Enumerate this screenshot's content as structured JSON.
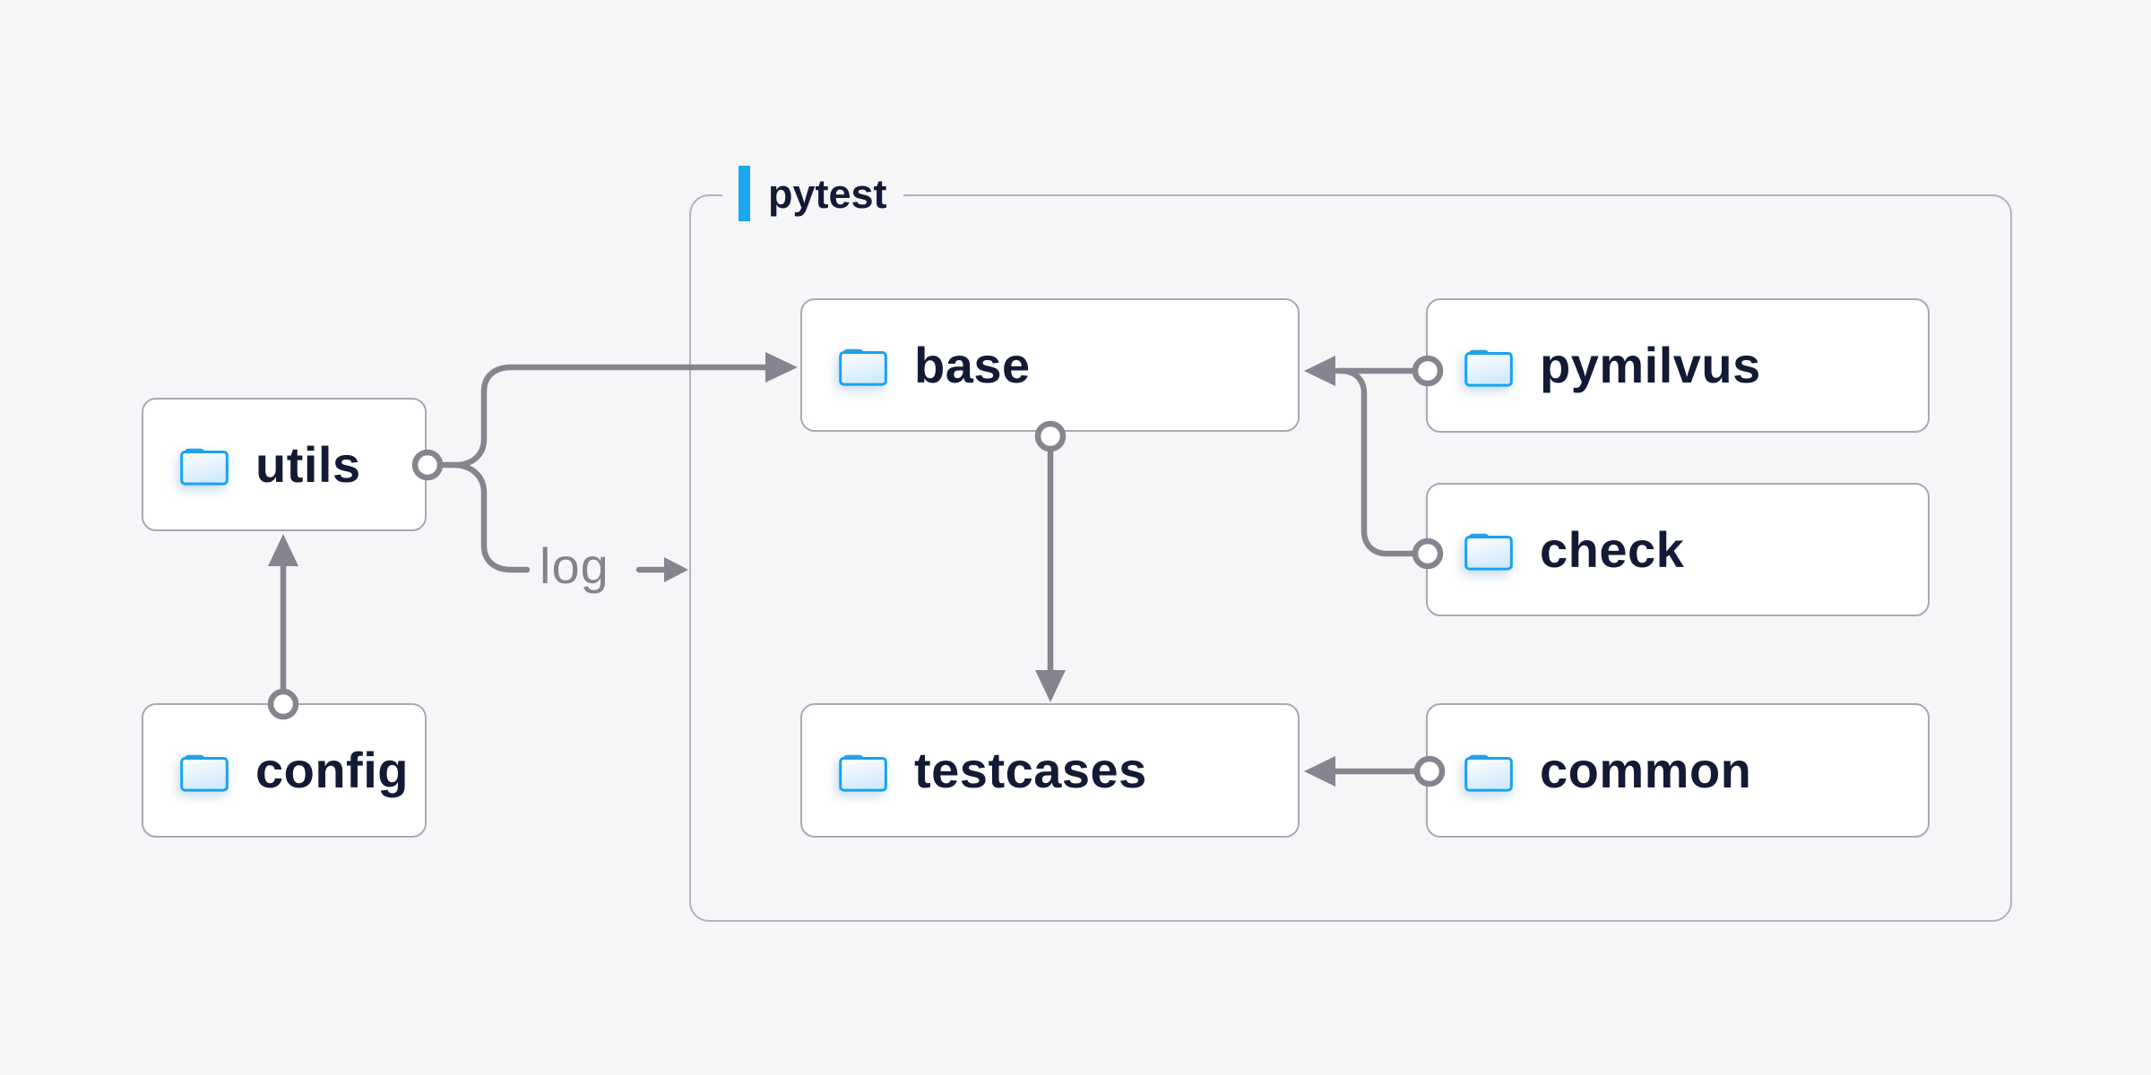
{
  "diagram": {
    "container": {
      "label": "pytest"
    },
    "nodes": [
      {
        "id": "utils",
        "label": "utils"
      },
      {
        "id": "config",
        "label": "config"
      },
      {
        "id": "base",
        "label": "base"
      },
      {
        "id": "testcases",
        "label": "testcases"
      },
      {
        "id": "pymilvus",
        "label": "pymilvus"
      },
      {
        "id": "check",
        "label": "check"
      },
      {
        "id": "common",
        "label": "common"
      }
    ],
    "edge_label": "log",
    "edges": [
      {
        "from": "config",
        "to": "utils"
      },
      {
        "from": "utils",
        "to": "base"
      },
      {
        "from": "utils",
        "to": "log"
      },
      {
        "from": "pymilvus",
        "to": "base"
      },
      {
        "from": "check",
        "to": "base"
      },
      {
        "from": "base",
        "to": "testcases"
      },
      {
        "from": "common",
        "to": "testcases"
      }
    ],
    "colors": {
      "background": "#f6f6f8",
      "node_fill": "#ffffff",
      "node_border": "#a7a9b4",
      "group_border": "#b2b3bd",
      "connector": "#85858f",
      "text": "#121a35",
      "accent_blue": "#18a7f0",
      "folder_stroke": "#17a2f2",
      "folder_tab": "#2e9ee2",
      "folder_fill_light": "#d2eafb"
    }
  }
}
